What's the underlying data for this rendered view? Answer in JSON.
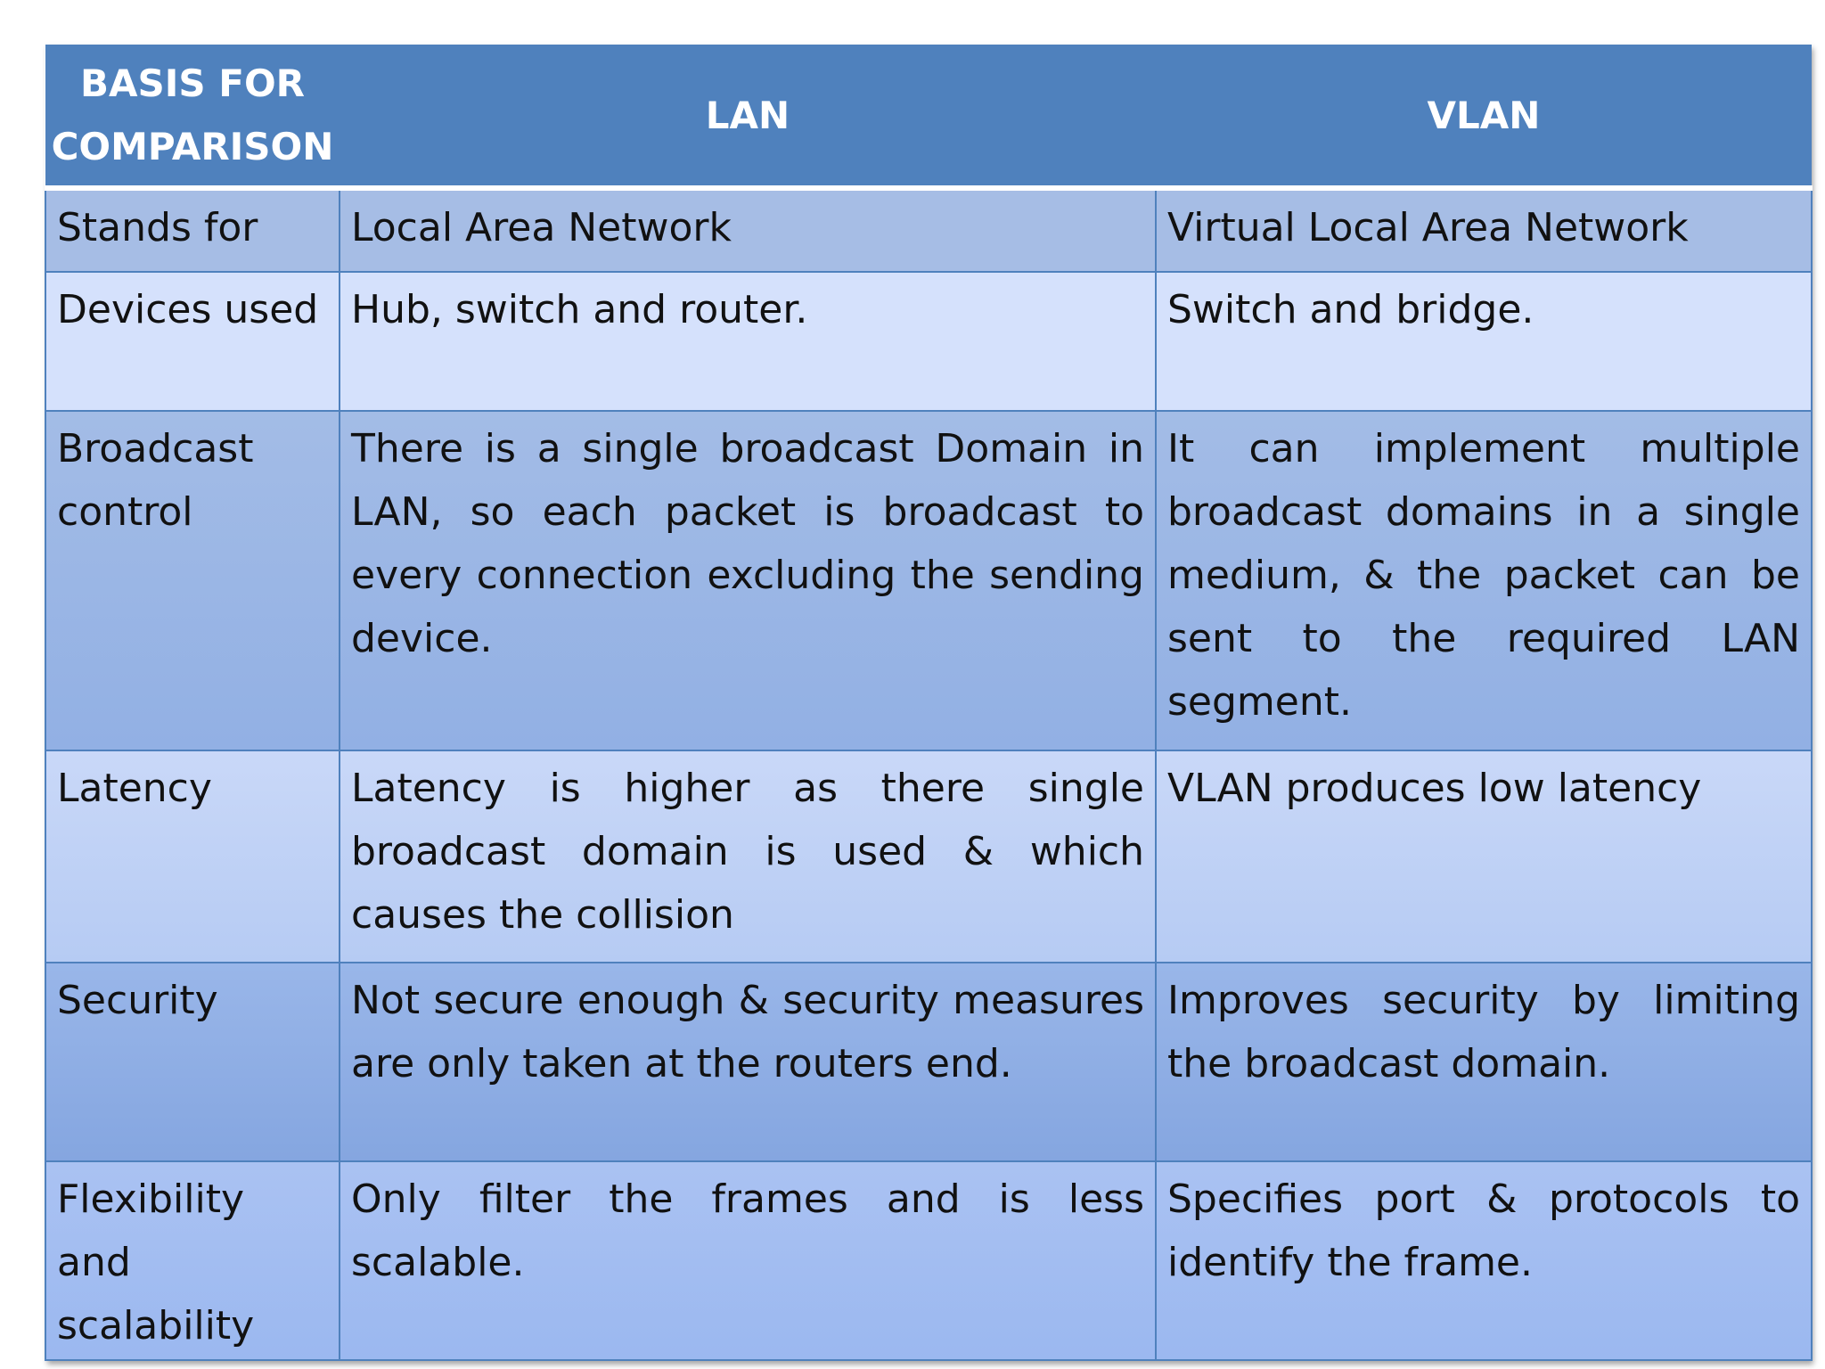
{
  "header": {
    "basis": "BASIS FOR COMPARISON",
    "lan": "LAN",
    "vlan": "VLAN"
  },
  "rows": [
    {
      "basis": "Stands for",
      "lan": "Local Area Network",
      "vlan": "Virtual Local Area Network"
    },
    {
      "basis": "Devices used",
      "lan": "Hub, switch and router.",
      "vlan": "Switch and bridge."
    },
    {
      "basis": "Broadcast control",
      "lan": "There is a single broadcast Domain in LAN, so each packet is broadcast to every connection excluding the sending device.",
      "vlan": "It can implement multiple broadcast domains in a single medium, & the packet can be sent to the required LAN segment."
    },
    {
      "basis": "Latency",
      "lan": "Latency is higher as there single broadcast domain is used & which causes the collision",
      "vlan": "VLAN produces low latency"
    },
    {
      "basis": "Security",
      "lan": "Not secure enough & security measures are only taken at the routers end.",
      "vlan": "Improves security by limiting the broadcast domain."
    },
    {
      "basis": "Flexibility and scalability",
      "lan": "Only filter the frames and is less scalable.",
      "vlan": "Specifies port & protocols to identify the frame."
    }
  ]
}
